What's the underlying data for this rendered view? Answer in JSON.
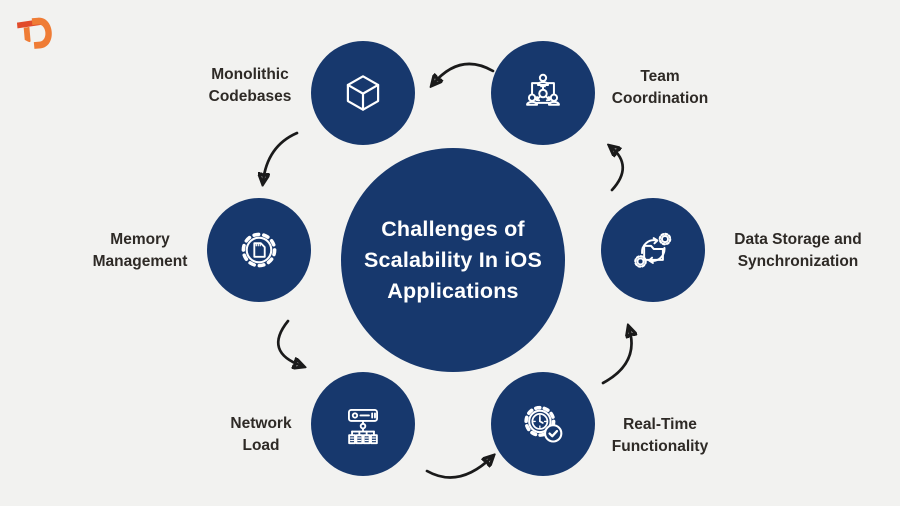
{
  "page": {
    "type": "infographic-diagram",
    "background_color": "#f2f2f0"
  },
  "brand": {
    "logo": "TD-monogram",
    "primary_color": "#ef7c35",
    "accent_color": "#e14b2b"
  },
  "center": {
    "title": "Challenges of\nScalability In iOS\nApplications",
    "circle_color": "#17386d",
    "text_color": "#ffffff"
  },
  "nodes": [
    {
      "label": "Monolithic\nCodebases",
      "icon": "cube-icon"
    },
    {
      "label": "Team\nCoordination",
      "icon": "team-network-icon"
    },
    {
      "label": "Data Storage and\nSynchronization",
      "icon": "folder-sync-gears-icon"
    },
    {
      "label": "Real-Time\nFunctionality",
      "icon": "gear-clock-check-icon"
    },
    {
      "label": "Network\nLoad",
      "icon": "server-tree-icon"
    },
    {
      "label": "Memory\nManagement",
      "icon": "gear-memory-card-icon"
    }
  ],
  "flow": {
    "style": "curved-black-hand-drawn-arrows",
    "direction": "counter-clockwise",
    "sequence": [
      "Team Coordination → Monolithic Codebases",
      "Monolithic Codebases → Memory Management",
      "Memory Management → Network Load",
      "Network Load → Real-Time Functionality",
      "Real-Time Functionality → Data Storage and Synchronization",
      "Data Storage and Synchronization → Team Coordination"
    ]
  }
}
